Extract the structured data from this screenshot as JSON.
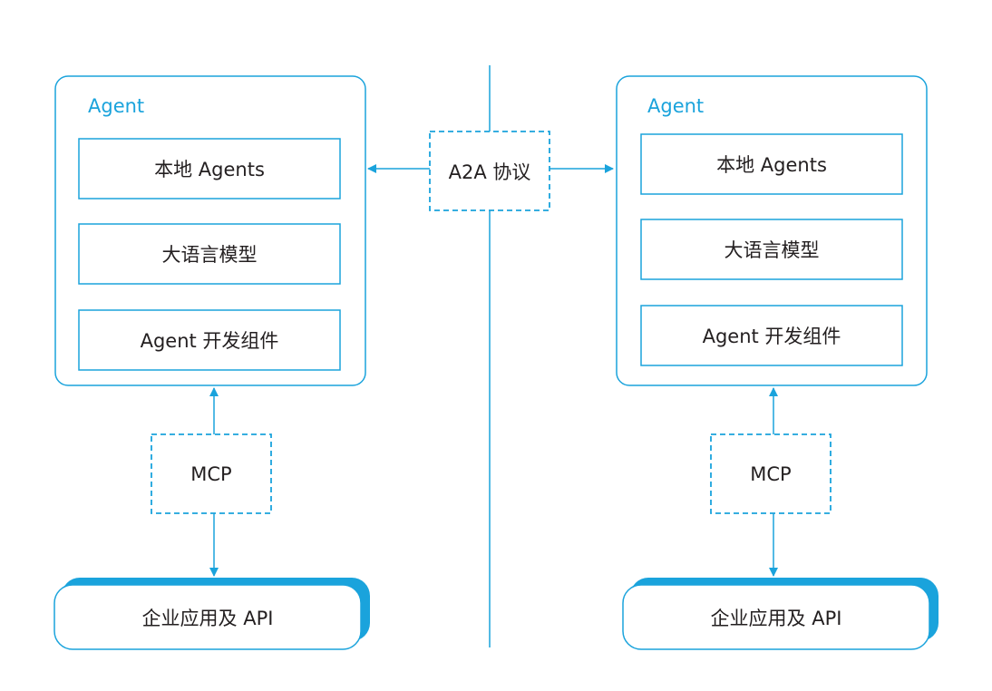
{
  "colors": {
    "accent": "#1aa3dc",
    "text": "#231f20",
    "background": "#ffffff"
  },
  "protocol": {
    "label": "A2A 协议"
  },
  "left": {
    "agent_title": "Agent",
    "components": [
      "本地 Agents",
      "大语言模型",
      "Agent 开发组件"
    ],
    "mcp_label": "MCP",
    "app_label": "企业应用及 API"
  },
  "right": {
    "agent_title": "Agent",
    "components": [
      "本地 Agents",
      "大语言模型",
      "Agent 开发组件"
    ],
    "mcp_label": "MCP",
    "app_label": "企业应用及 API"
  }
}
